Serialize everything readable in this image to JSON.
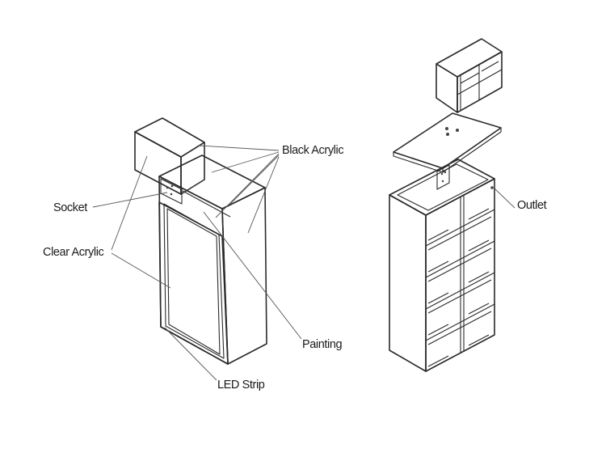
{
  "labels": {
    "black_acrylic": "Black Acrylic",
    "socket": "Socket",
    "clear_acrylic": "Clear Acrylic",
    "painting": "Painting",
    "led_strip": "LED Strip",
    "outlet": "Outlet"
  }
}
